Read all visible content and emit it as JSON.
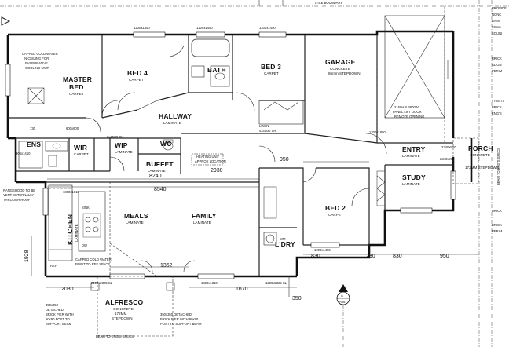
{
  "rooms": {
    "master_bed": {
      "name1": "MASTER",
      "name2": "BED",
      "finish": "CARPET"
    },
    "bed4": {
      "name": "BED 4",
      "finish": "CARPET"
    },
    "bath": {
      "name": "BATH"
    },
    "bed3": {
      "name": "BED 3",
      "finish": "CARPET"
    },
    "garage": {
      "name": "GARAGE",
      "finish": "CONCRETE",
      "note": "86mm STEPDOWN"
    },
    "hallway": {
      "name": "HALLWAY",
      "finish": "LAMINATE"
    },
    "ens": {
      "name": "ENS"
    },
    "wir": {
      "name": "WIR",
      "finish": "CARPET"
    },
    "wip": {
      "name": "WIP",
      "finish": "LAMINATE"
    },
    "wc": {
      "name": "WC"
    },
    "buffet": {
      "name": "BUFFET",
      "finish": "LAMINATE"
    },
    "meals": {
      "name": "MEALS",
      "finish": "LAMINATE"
    },
    "family": {
      "name": "FAMILY",
      "finish": "LAMINATE"
    },
    "kitchen": {
      "name": "KITCHEN",
      "finish": "LAMINATE"
    },
    "bed2": {
      "name": "BED 2",
      "finish": "CARPET"
    },
    "ldry": {
      "name": "L'DRY"
    },
    "entry": {
      "name": "ENTRY",
      "finish": "LAMINATE"
    },
    "study": {
      "name": "STUDY",
      "finish": "LAMINATE"
    },
    "porch": {
      "name": "PORCH",
      "finish": "CONCRETE",
      "note": "172MM STEPDOWN"
    },
    "alfresco": {
      "name": "ALFRESCO",
      "finish": "CONCRETE",
      "note1": "172MM",
      "note2": "STEPDOWN"
    }
  },
  "dimensions": {
    "d8240": "8240",
    "d8540": "8540",
    "d2930": "2930",
    "d950_top": "950",
    "d830": "830",
    "d230": "230",
    "d830b": "830",
    "d950": "950",
    "d1362": "1362",
    "d1928": "1928",
    "d2030": "2030",
    "d1670": "1670",
    "d350": "350",
    "d730": "730"
  },
  "window_tags": {
    "w1": "1200x1450",
    "w2": "1200x1450",
    "w3": "1200x1450",
    "w4": "1200x1450",
    "w5": "2100x2325 SL",
    "w6": "1800x1810",
    "w7": "1200x2325 SL",
    "w8": "1800x1810",
    "w9": "1200x1850",
    "w10": "2340x900",
    "w11": "2340x900",
    "w12": "600x600",
    "w13": "900x1450"
  },
  "notes": {
    "title_boundary": "TITLE BOUNDARY",
    "capped_water_1": "CAPPED COLD WATER",
    "capped_water_2": "IN CEILING FOR",
    "capped_water_3": "EVAPORATIVE",
    "capped_water_4": "COOLING UNIT",
    "shelf": "6x450D SH.",
    "heating_1": "HEATING UNIT",
    "heating_2": "APPROX LOCATION",
    "linen": "LINEN",
    "linen_sh": "4x450D SH.",
    "garage_door_1": "2150H X 4800W",
    "garage_door_2": "PANEL LIFT DOOR",
    "garage_door_3": "REMOTE OPENING",
    "rangehood_1": "RANGEHOOD TO BE",
    "rangehood_2": "VENT EXTERNALLY",
    "rangehood_3": "THROUGH ROOF",
    "fridge_1": "CAPPED COLD WATER",
    "fridge_2": "POINT TO REF SPACE",
    "pier_l_1": "350x350",
    "pier_l_2": "DETACHED",
    "pier_l_3": "BRICK PIER WITH",
    "pier_l_4": "90x90 POST TO",
    "pier_l_5": "SUPPORT BEAM",
    "pier_r_1": "350x350 DETACHED",
    "pier_r_2": "BRICK PIER WITH 90x90",
    "pier_r_3": "POST TO SUPPORT BEAM",
    "beam": "BEAM TO ENG'S SPECS",
    "right_1": "PROVIDE",
    "right_2": "NONC",
    "right_3": "LININ",
    "right_4": "90mm",
    "right_5": "SOUNI",
    "right_6": "BRICK",
    "right_7": "ALIGN",
    "right_8": "PERIM",
    "right_9": "470x470",
    "right_10": "BRICK",
    "right_11": "ENG'S",
    "right_12": "BRICK",
    "right_13": "BRICK",
    "right_14": "PERIM",
    "section_mark": "A",
    "section_sheet": "A06",
    "beam_porch": "BEAM TO ENG'S SPECS",
    "sink": "SINK",
    "dw": "DW",
    "ref": "REF",
    "wm": "WM"
  }
}
